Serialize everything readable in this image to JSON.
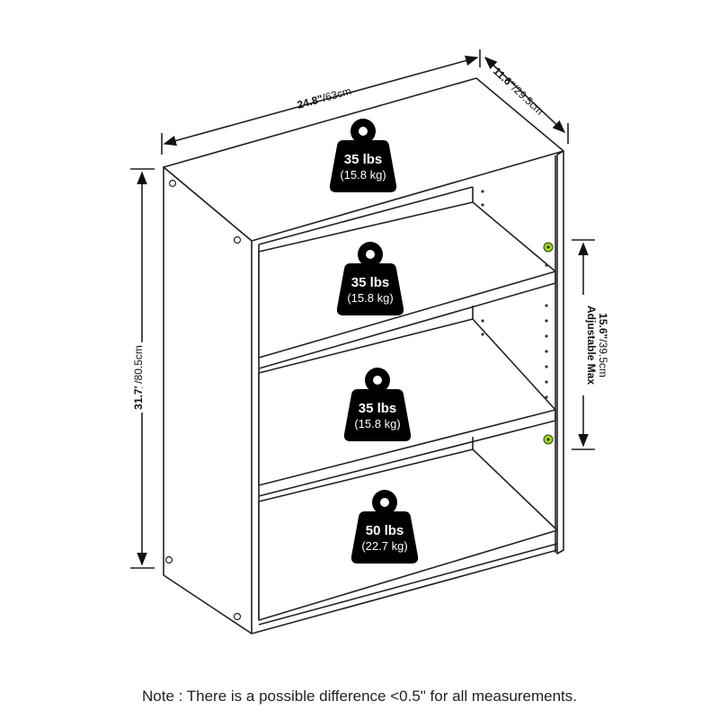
{
  "dimensions": {
    "width_in": "24.8\"",
    "width_cm": "/63cm",
    "depth_in": "11.6\"",
    "depth_cm": "/29.5cm",
    "height_in": "31.7\"",
    "height_cm": "/80.5cm",
    "adjustable_title": "Adjustable Max",
    "adjustable_in": "15.6\"",
    "adjustable_cm": "/39.5cm"
  },
  "weights": [
    {
      "lbs": "35 lbs",
      "kg": "(15.8 kg)"
    },
    {
      "lbs": "35 lbs",
      "kg": "(15.8 kg)"
    },
    {
      "lbs": "35 lbs",
      "kg": "(15.8 kg)"
    },
    {
      "lbs": "50 lbs",
      "kg": "(22.7 kg)"
    }
  ],
  "colors": {
    "peg": "#9be000",
    "line": "#222222",
    "weight": "#000000"
  },
  "icons": [
    "kettlebell-weight-icon",
    "adjustable-peg-icon"
  ],
  "note": "Note : There is a possible difference <0.5\" for all measurements."
}
